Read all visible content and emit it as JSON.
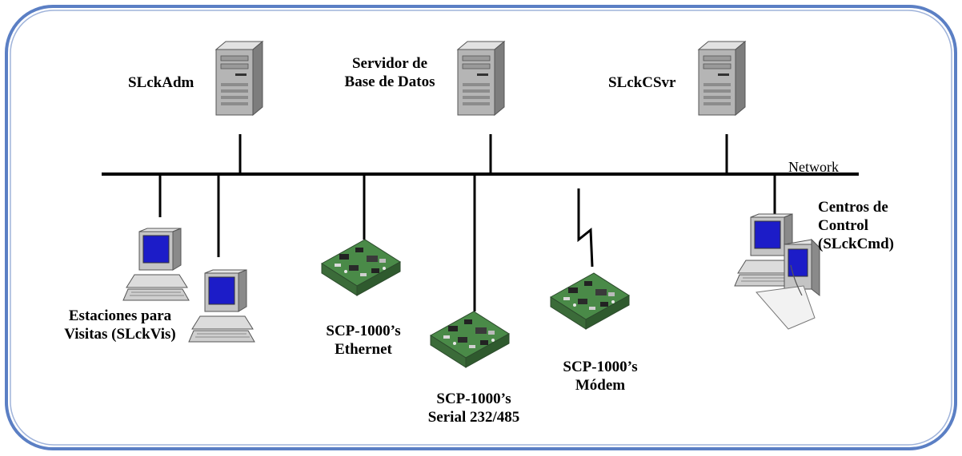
{
  "diagram": {
    "servers": [
      {
        "label": "SLckAdm"
      },
      {
        "label_lines": [
          "Servidor de",
          "Base de Datos"
        ]
      },
      {
        "label": "SLckCSvr"
      }
    ],
    "network_label": "Network",
    "nodes": {
      "visitor_stations": {
        "label_lines": [
          "Estaciones para",
          "Visitas (SLckVis)"
        ]
      },
      "scp_ethernet": {
        "label_lines": [
          "SCP-1000’s",
          "Ethernet"
        ]
      },
      "scp_serial": {
        "label_lines": [
          "SCP-1000’s",
          "Serial 232/485"
        ]
      },
      "scp_modem": {
        "label_lines": [
          "SCP-1000’s",
          "Módem"
        ]
      },
      "control_centers": {
        "label_lines": [
          "Centros de",
          "Control",
          "(SLckCmd)"
        ]
      }
    },
    "colors": {
      "frame_border": "#5b7fc4",
      "server_body": "#b5b5b5",
      "screen": "#1c1cc8",
      "board": "#4a8a48"
    }
  }
}
